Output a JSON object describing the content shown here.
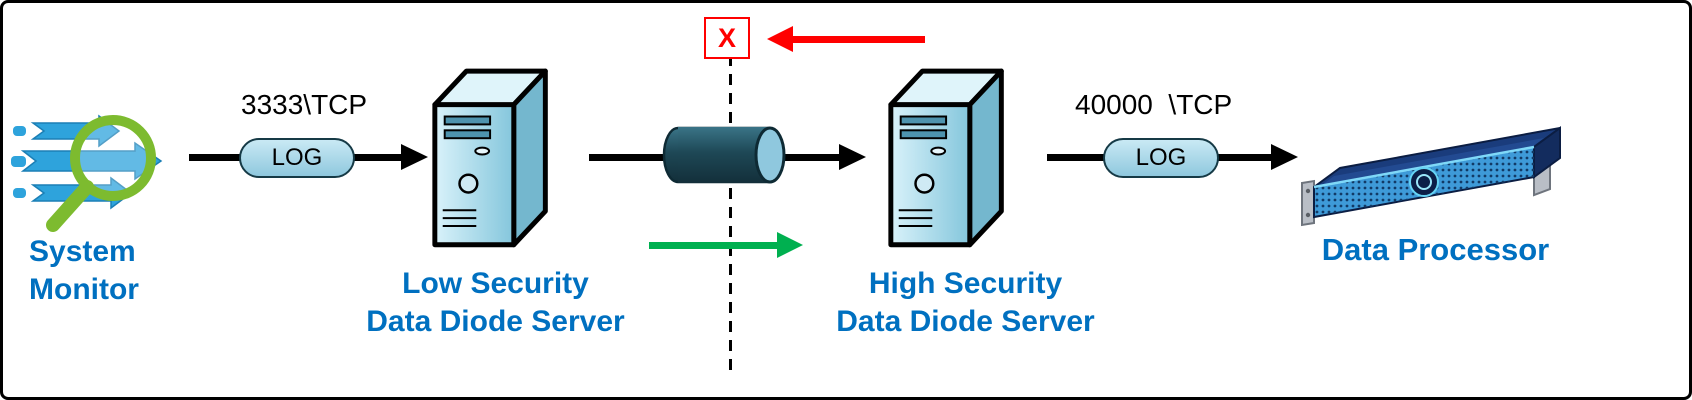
{
  "diagram_title": "data-diode-architecture",
  "links": {
    "left": {
      "port_label": "3333\\TCP",
      "log_label": "LOG"
    },
    "right": {
      "port_label": "40000  \\TCP",
      "log_label": "LOG"
    }
  },
  "boundary": {
    "blocked_marker": "X"
  },
  "nodes": {
    "system_monitor": {
      "label_line1": "System",
      "label_line2": "Monitor"
    },
    "low_server": {
      "label_line1": "Low Security",
      "label_line2": "Data Diode Server"
    },
    "high_server": {
      "label_line1": "High Security",
      "label_line2": "Data Diode Server"
    },
    "data_processor": {
      "label": "Data Processor"
    }
  },
  "colors": {
    "label_blue": "#0070C0",
    "arrow_black": "#000000",
    "blocked_red": "#FF0000",
    "allowed_green": "#00B050",
    "pill_fill": "#9ED2E6",
    "pipe_dark": "#1E4856",
    "server_light_blue": "#A9DCEC",
    "rack_navy": "#1A3C7C"
  }
}
